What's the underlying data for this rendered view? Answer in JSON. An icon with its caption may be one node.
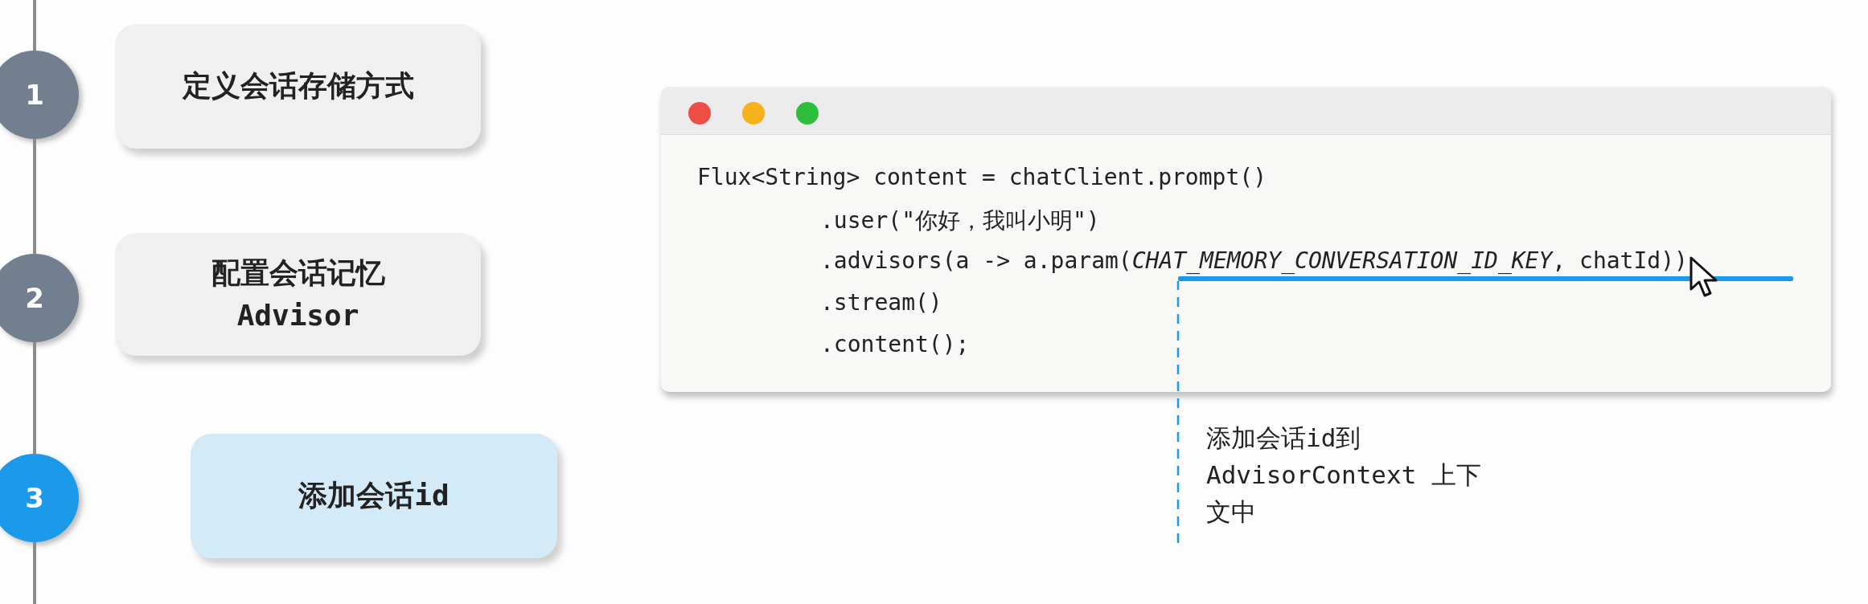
{
  "diagram": {
    "nodes": [
      {
        "text": [
          "1"
        ]
      },
      {
        "text": [
          "定义会话存储方式"
        ]
      },
      {
        "text": [
          "2"
        ]
      },
      {
        "text": [
          "配置会话记忆 Advisor"
        ]
      },
      {
        "text": [
          "3"
        ]
      },
      {
        "text": [
          "添加会话id"
        ]
      },
      {
        "text": [
          "Flux<String> content = chatClient.prompt()",
          ".user(\"你好，我叫小明\")",
          ".advisors(a -> a.param(*CHAT_MEMORY_CONVERSATION_ID_KEY*, chatId))",
          ".stream()",
          ".content();"
        ]
      },
      {
        "text": [],
        "shape": "bar",
        "in": 6
      },
      {
        "text": [
          "添加会话id到 AdvisorContext 上下文中"
        ]
      }
    ],
    "edges": [
      {
        "from": null,
        "to": 0,
        "arrow": "none"
      },
      {
        "from": 0,
        "to": 2,
        "arrow": "none"
      },
      {
        "from": 2,
        "to": 4,
        "arrow": "none"
      },
      {
        "from": 4,
        "to": null,
        "arrow": "none"
      },
      {
        "from": 8,
        "to": 7,
        "arrow": "none",
        "style": "dashed",
        "color": "#1a9ae8"
      }
    ]
  }
}
